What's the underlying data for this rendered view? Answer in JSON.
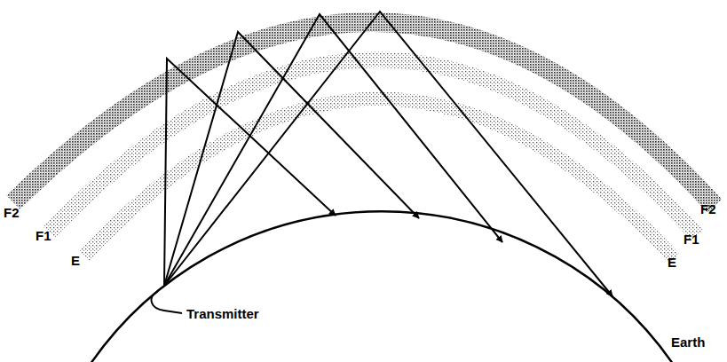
{
  "diagram": {
    "labels": [
      "F2",
      "F2",
      "F1",
      "F1",
      "E",
      "E",
      "Transmitter",
      "Earth"
    ]
  }
}
